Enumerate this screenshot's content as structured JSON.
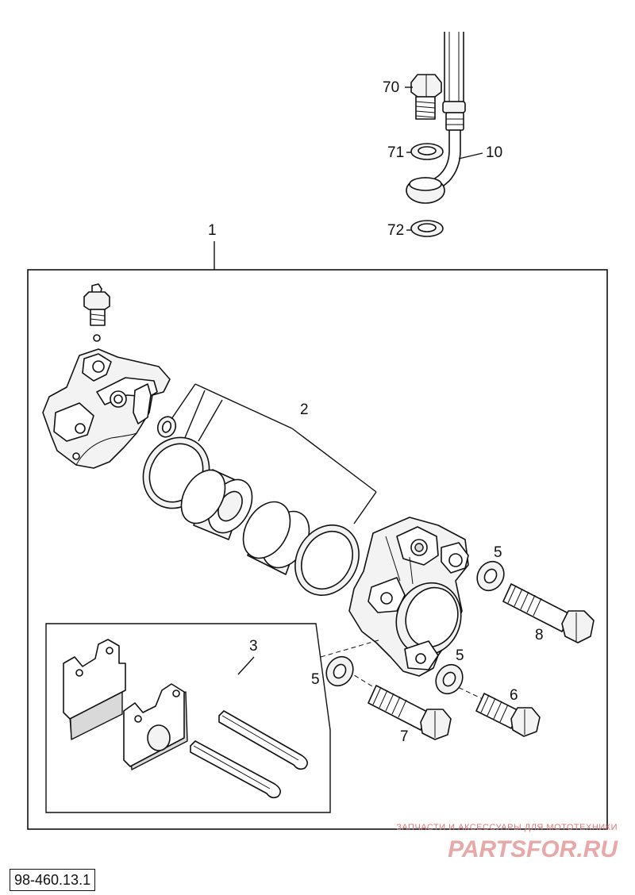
{
  "callouts": {
    "c70": "70",
    "c71": "71",
    "c10": "10",
    "c72": "72",
    "c1": "1",
    "c2": "2",
    "c3": "3",
    "c5a": "5",
    "c5b": "5",
    "c5c": "5",
    "c8": "8",
    "c6": "6",
    "c7": "7"
  },
  "watermark": {
    "tagline": "ЗАПЧАСТИ И АКСЕССУАРЫ ДЛЯ МОТОТЕХНИКИ",
    "logo": "PARTSFOR.RU"
  },
  "catalog_number": "98-460.13.1"
}
